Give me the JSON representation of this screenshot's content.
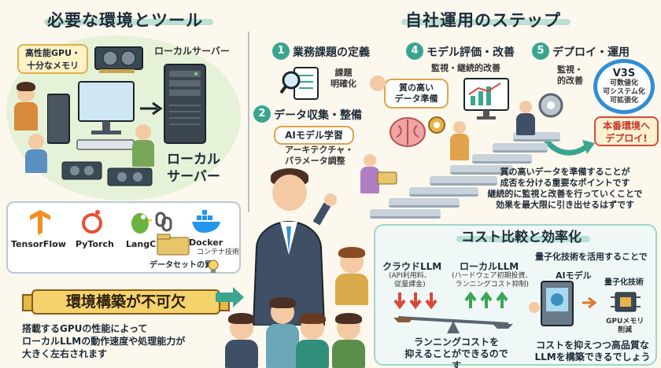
{
  "left_section": {
    "title": "必要な環境とツール",
    "gpu_callout": [
      "高性能GPU・",
      "十分なメモリ"
    ],
    "server_label": "ローカルサーバー",
    "server_big_label": [
      "ローカル",
      "サーバー"
    ],
    "tools": [
      "TensorFlow",
      "PyTorch",
      "LangC",
      "Docker"
    ],
    "docker_note": "コンテナ技術",
    "dataset_label": "データセットの質",
    "ribbon": "環境構築が不可欠",
    "note_lines": [
      "搭載するGPUの性能によって",
      "ローカルLLMの動作速度や処理能力が",
      "大きく左右されます"
    ]
  },
  "right_section": {
    "title": "自社運用のステップ",
    "steps": [
      {
        "num": "1",
        "head": "業務課題の定義",
        "sub": [
          "課題",
          "明確化"
        ]
      },
      {
        "num": "2",
        "head": "データ収集・整備",
        "sub": []
      },
      {
        "num": "4",
        "head": "モデル評価・改善",
        "sub": [
          "監視・継続的改善"
        ]
      },
      {
        "num": "5",
        "head": "デプロイ・運用",
        "sub": [
          "監視・",
          "的改善"
        ]
      }
    ],
    "ai_bubble": "AIモデル学習",
    "ai_sub": [
      "アーキテクチャ・",
      "パラメータ調整"
    ],
    "quality_bubble": [
      "質の高い",
      "データ準備"
    ],
    "v3s": {
      "title": "V3S",
      "lines": [
        "可数値化",
        "可システム化",
        "可拡張化"
      ]
    },
    "deploy_button": [
      "本番環境へ",
      "デプロイ!"
    ],
    "stairs_note": [
      "質の高いデータを準備することが",
      "成否を分ける重要なポイントです",
      "継続的に監視と改善を行っていくことで",
      "効果を最大限に引き出せるはずです"
    ]
  },
  "cost_section": {
    "title": "コスト比較と効率化",
    "quant_note": "量子化技術を活用することで",
    "cloud": {
      "title": "クラウドLLM",
      "sub": [
        "(API利用料、",
        "従量課金)"
      ]
    },
    "local": {
      "title": "ローカルLLM",
      "sub": [
        "(ハードウェア初期投資、",
        "ランニングコスト抑制)"
      ]
    },
    "running_note": [
      "ランニングコストを",
      "抑えることができるのです"
    ],
    "ai_model": "AIモデル",
    "quant_tech": "量子化技術",
    "gpu_reduce": [
      "GPUメモリ",
      "削減"
    ],
    "build_note": [
      "コストを抑えつつ高品質な",
      "LLMを構築できるでしょう"
    ]
  },
  "colors": {
    "accent_green": "#3aa58f",
    "ribbon_yellow": "#f5d36b",
    "deploy_red": "#d64a3a",
    "v3s_blue": "#2f8fd6",
    "cost_up": "#3aa653",
    "cost_down": "#d64a3a"
  }
}
